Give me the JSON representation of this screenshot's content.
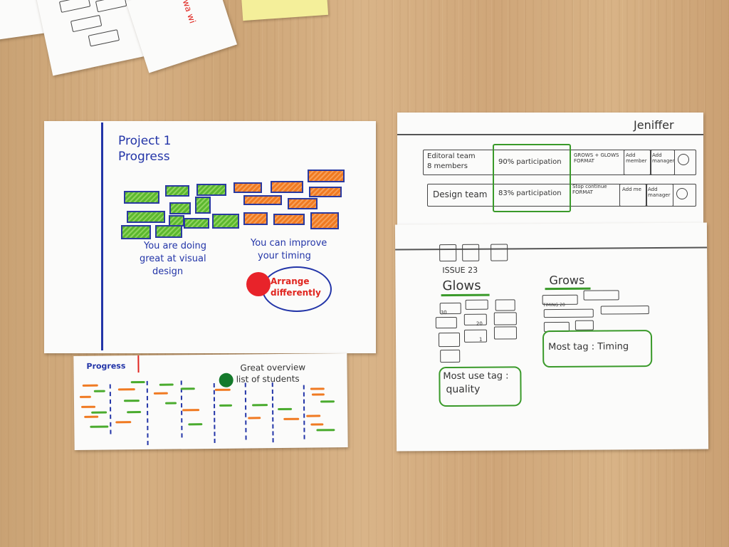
{
  "top_scraps": {
    "red_note_text": "STE wa wi"
  },
  "card_progress": {
    "title_line1": "Project 1",
    "title_line2": "Progress",
    "feedback_left": [
      "You are doing",
      "great at visual",
      "design"
    ],
    "feedback_right": [
      "You can improve",
      "your timing"
    ],
    "callout": [
      "Arrange",
      "differently"
    ]
  },
  "card_overview": {
    "title": "Progress",
    "note": [
      "Great overview",
      "list of students"
    ]
  },
  "card_teams": {
    "user_name": "Jeniffer",
    "rows": [
      {
        "team": "Editoral team",
        "members": "8 members",
        "participation": "90% participation",
        "format": "GROWS + GLOWS FORMAT",
        "add_member": "Add member",
        "add_manager": "Add manager"
      },
      {
        "team": "Design team",
        "members": "",
        "participation": "83% participation",
        "format": "Stop continue FORMAT",
        "add_member": "Add me",
        "add_manager": "Add manager"
      }
    ]
  },
  "card_issue": {
    "issue_label": "ISSUE 23",
    "glows_heading": "Glows",
    "grows_heading": "Grows",
    "glow_values": [
      "30",
      "20",
      "1"
    ],
    "grow_tag": "TIMING 20",
    "glow_summary": [
      "Most use tag :",
      "quality"
    ],
    "grow_summary": "Most tag : Timing"
  },
  "colors": {
    "blue_ink": "#2335a8",
    "green_ink": "#3a9a2a",
    "orange_ink": "#f07a22",
    "red_ink": "#e0251f"
  }
}
